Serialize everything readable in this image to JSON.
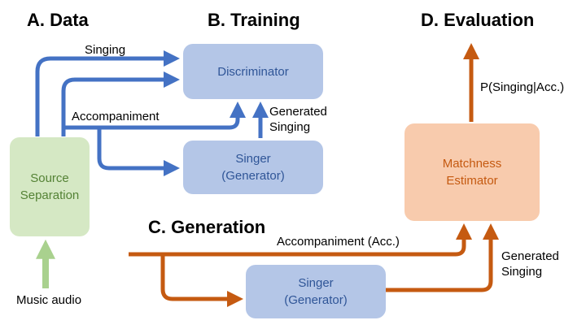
{
  "sections": {
    "data": "A. Data",
    "training": "B. Training",
    "generation": "C. Generation",
    "evaluation": "D. Evaluation"
  },
  "nodes": {
    "discriminator": {
      "label": "Discriminator"
    },
    "singer_training": {
      "line1": "Singer",
      "line2": "(Generator)"
    },
    "source_separation": {
      "line1": "Source",
      "line2": "Separation"
    },
    "matchness_estimator": {
      "line1": "Matchness",
      "line2": "Estimator"
    },
    "singer_generation": {
      "line1": "Singer",
      "line2": "(Generator)"
    }
  },
  "edge_labels": {
    "singing": "Singing",
    "accompaniment": "Accompaniment",
    "generated_singing_training": {
      "line1": "Generated",
      "line2": "Singing"
    },
    "accompaniment_acc": "Accompaniment (Acc.)",
    "generated_singing_generation": {
      "line1": "Generated",
      "line2": "Singing"
    },
    "probability": "P(Singing|Acc.)",
    "music_audio": "Music audio"
  },
  "colors": {
    "blue_arrow": "#4472C4",
    "orange_arrow": "#C55A11",
    "green_arrow": "#A9D18E",
    "blue_box": "#B4C6E7",
    "blue_text": "#2F5597",
    "green_box": "#D5E8C4",
    "green_text": "#548235",
    "orange_box": "#F8CBAD",
    "orange_text": "#C55A11"
  }
}
